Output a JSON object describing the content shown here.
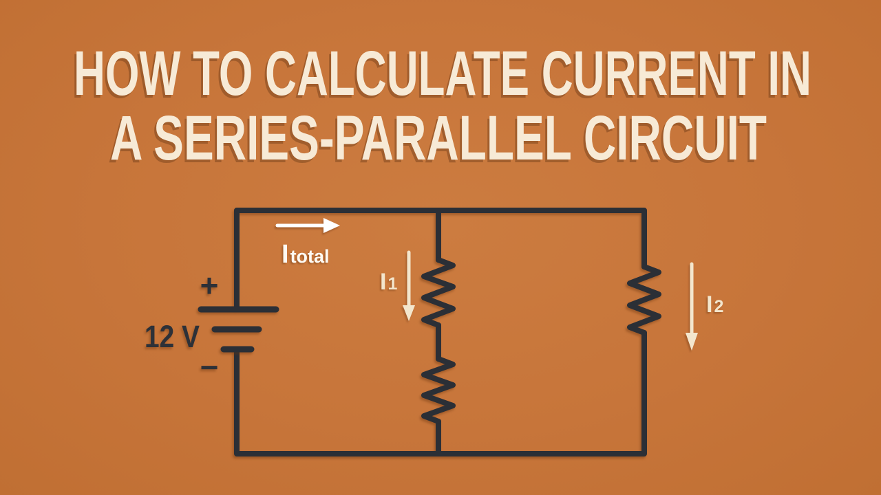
{
  "title": {
    "line1": "HOW TO CALCULATE CURRENT IN",
    "line2": "A SERIES-PARALLEL CIRCUIT"
  },
  "circuit": {
    "battery": {
      "voltage": "12 V",
      "plus_sign": "+",
      "minus_sign": "−"
    },
    "current_labels": {
      "total": {
        "base": "I",
        "sub": "total"
      },
      "branch1": {
        "base": "I",
        "sub": "1"
      },
      "branch2": {
        "base": "I",
        "sub": "2"
      }
    }
  },
  "colors": {
    "background": "#c7753a",
    "title_text": "#f7ead6",
    "wire_dark": "#2b2f36",
    "dark_label": "#2d3138",
    "arrow_total": "#ffffff",
    "arrow_branch": "#f3e6cd"
  }
}
